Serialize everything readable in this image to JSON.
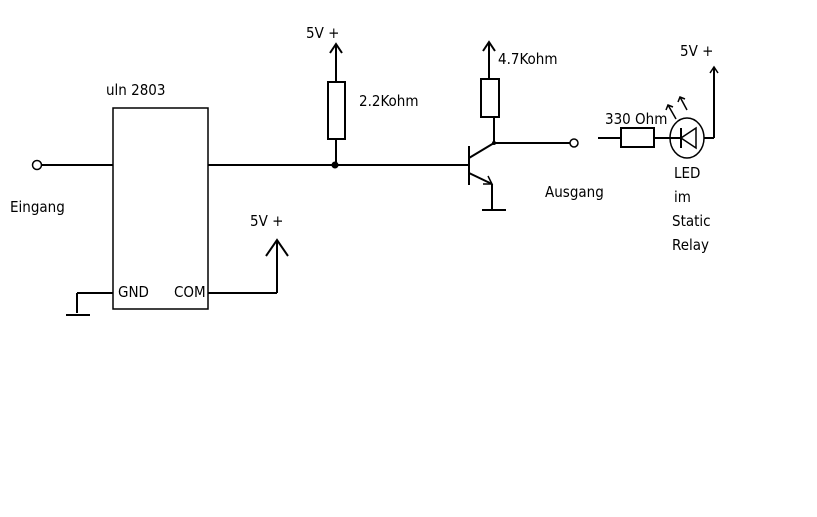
{
  "labels": {
    "ic_name": "uln 2803",
    "ic_gnd": "GND",
    "ic_com": "COM",
    "input": "Eingang",
    "output": "Ausgang",
    "supply_top": "5V +",
    "supply_com": "5V +",
    "supply_led": "5V +",
    "r_base": "2.2Kohm",
    "r_collector": "4.7Kohm",
    "r_led": "330 Ohm",
    "led_line1": "LED",
    "led_line2": "im",
    "led_line3": "Static",
    "led_line4": "Relay"
  },
  "colors": {
    "line": "#000000",
    "background": "#ffffff"
  }
}
